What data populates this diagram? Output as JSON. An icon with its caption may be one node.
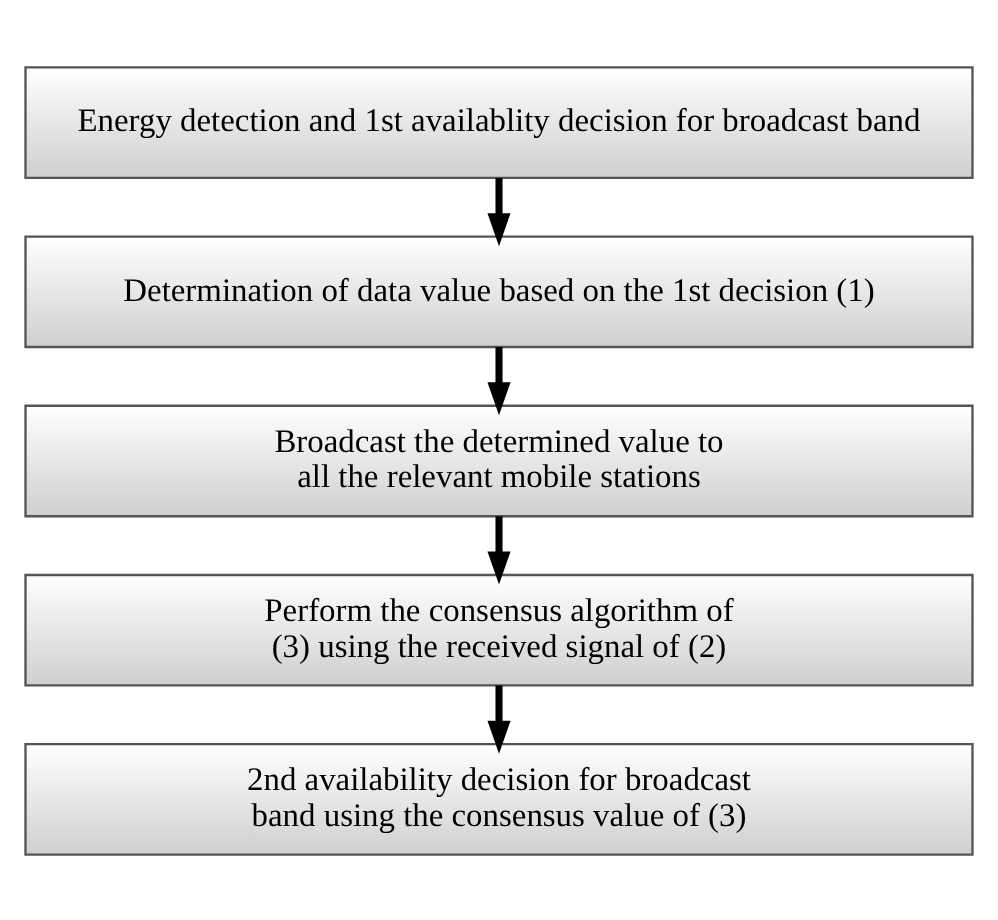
{
  "diagram": {
    "nodes": [
      {
        "text": [
          "Energy detection and 1st availablity decision for broadcast band"
        ]
      },
      {
        "text": [
          "Determination of data value based on the 1st decision (1)"
        ]
      },
      {
        "text": [
          "Broadcast the determined value to all the relevant mobile stations"
        ]
      },
      {
        "text": [
          "Perform the consensus algorithm of (3) using the received signal of (2)"
        ]
      },
      {
        "text": [
          "2nd availability decision for broadcast band using the consensus value of (3)"
        ]
      }
    ],
    "edges": [
      {
        "from": 0,
        "to": 1,
        "arrow": "to"
      },
      {
        "from": 1,
        "to": 2,
        "arrow": "to"
      },
      {
        "from": 2,
        "to": 3,
        "arrow": "to"
      },
      {
        "from": 3,
        "to": 4,
        "arrow": "to"
      }
    ]
  }
}
